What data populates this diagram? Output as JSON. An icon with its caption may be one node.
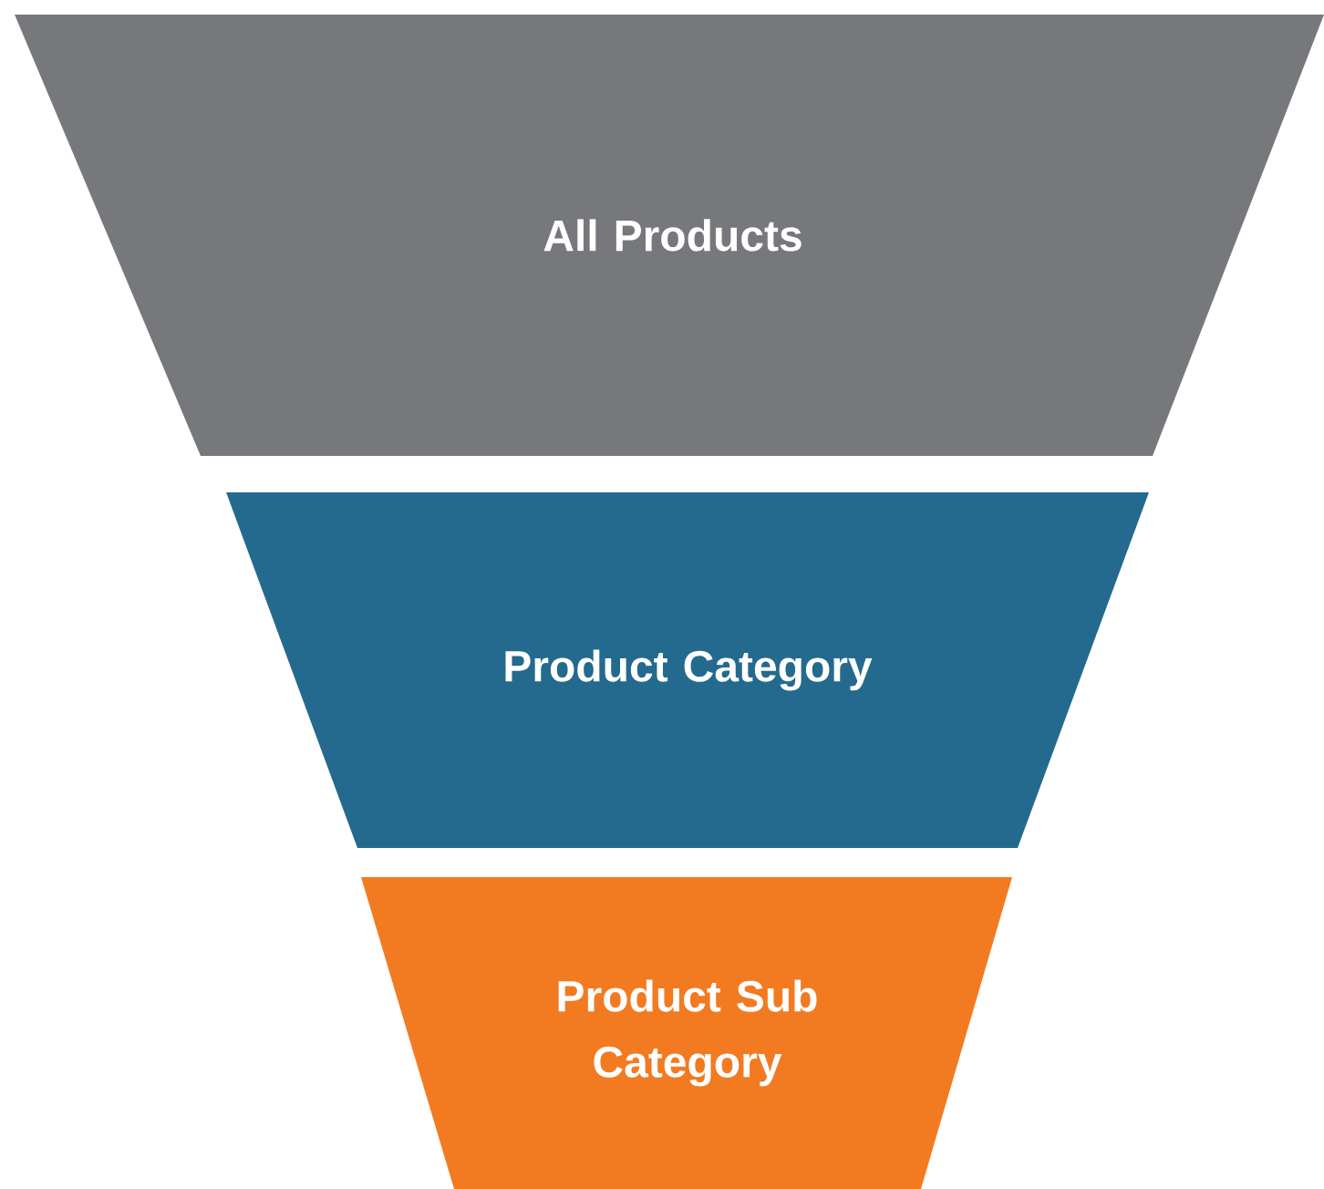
{
  "diagram": {
    "nodes": [
      {
        "text": [
          "All Products"
        ]
      },
      {
        "text": [
          "Product Category"
        ]
      },
      {
        "text": [
          "Product Sub Category"
        ]
      }
    ]
  }
}
